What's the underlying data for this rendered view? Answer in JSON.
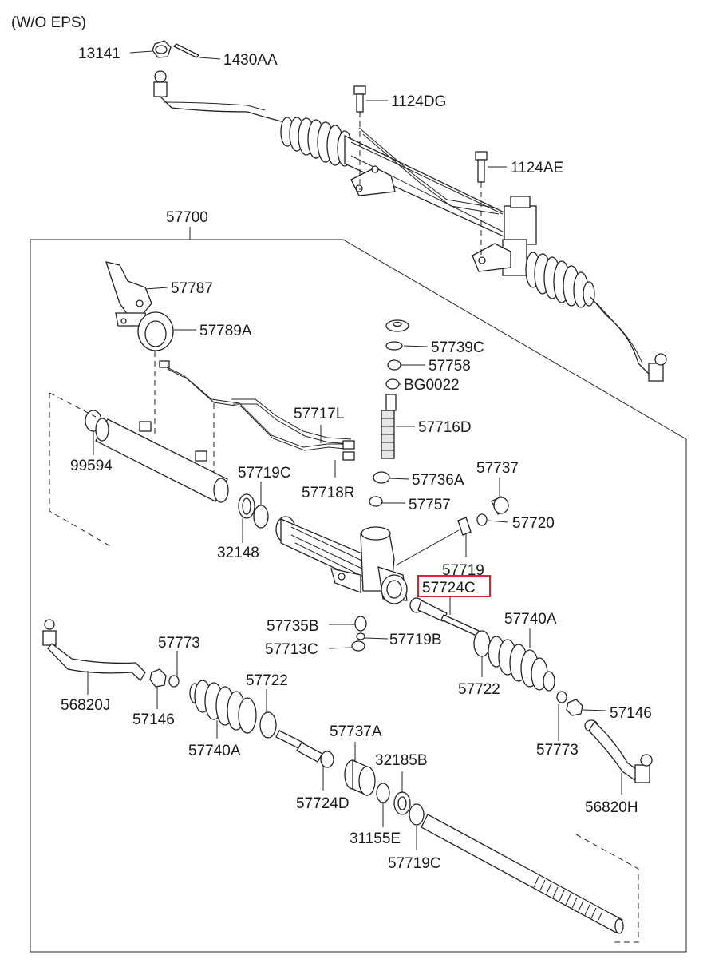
{
  "header": {
    "variant": "(W/O EPS)"
  },
  "colors": {
    "highlight": "#d8282c",
    "line": "#222222"
  },
  "labels": {
    "p13141": "13141",
    "p1430AA": "1430AA",
    "p1124DG": "1124DG",
    "p1124AE": "1124AE",
    "p57700": "57700",
    "p57787": "57787",
    "p57789A": "57789A",
    "p57739C": "57739C",
    "p57758": "57758",
    "pBG0022": "BG0022",
    "p57717L": "57717L",
    "p57716D": "57716D",
    "p99594": "99594",
    "p57719C_top": "57719C",
    "p57718R": "57718R",
    "p57736A": "57736A",
    "p57737": "57737",
    "p57757": "57757",
    "p57720": "57720",
    "p32148": "32148",
    "p57719": "57719",
    "p57724C": "57724C",
    "p57735B": "57735B",
    "p57740A_right": "57740A",
    "p57719B": "57719B",
    "p57713C": "57713C",
    "p57773_left": "57773",
    "p57722_right": "57722",
    "p56820J": "56820J",
    "p57722_left": "57722",
    "p57146_right": "57146",
    "p57146_left": "57146",
    "p57737A": "57737A",
    "p57740A_left": "57740A",
    "p57773_right": "57773",
    "p32185B": "32185B",
    "p57724D": "57724D",
    "p56820H": "56820H",
    "p31155E": "31155E",
    "p57719C_bottom": "57719C"
  }
}
